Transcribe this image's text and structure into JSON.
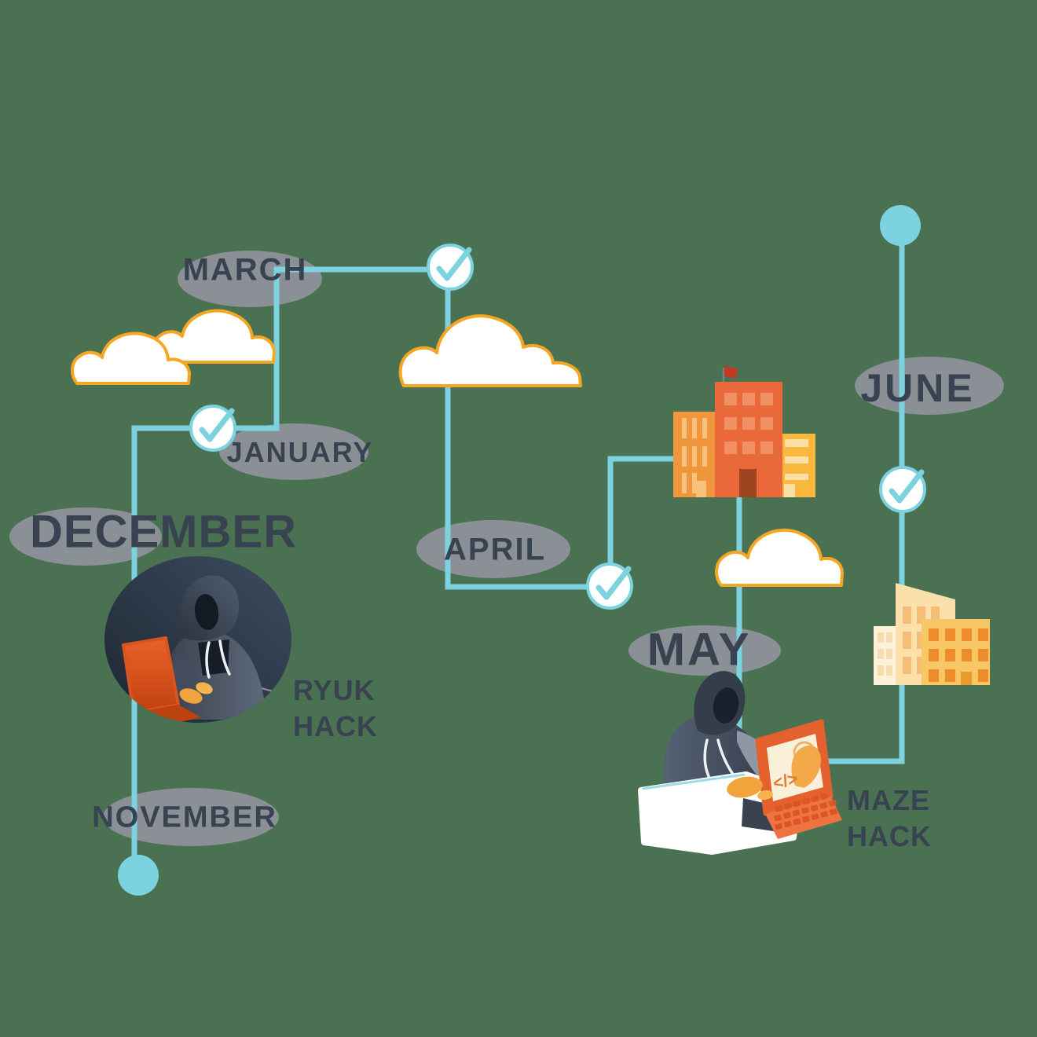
{
  "months": {
    "november": "NOVEMBER",
    "december": "DECEMBER",
    "january": "JANUARY",
    "march": "MARCH",
    "april": "APRIL",
    "may": "MAY",
    "june": "JUNE"
  },
  "events": {
    "ryuk": {
      "line1": "RYUK",
      "line2": "HACK"
    },
    "maze": {
      "line1": "MAZE",
      "line2": "HACK",
      "screen_code": "</>"
    }
  },
  "icons": {
    "checkmark": "check-circle-node",
    "endpoint": "timeline-endpoint-dot",
    "cloud": "cloud-icon",
    "orange_buildings": "office-buildings-icon",
    "cream_buildings": "office-buildings-icon",
    "ryuk_hacker": "hooded-hacker-laptop-icon",
    "maze_hacker": "hooded-hacker-laptop-icon",
    "flag": "flag-icon"
  },
  "colors": {
    "background": "#4a7252",
    "timeline_blue": "#7dd2e0",
    "node_white": "#ffffff",
    "ellipse_gray": "#8b9096",
    "label_dark": "#384250",
    "cloud_outline": "#f5a623",
    "building_main": "#e9693a",
    "building_main_window": "#f09064",
    "building_left": "#f0963c",
    "building_left_window": "#f8c27e",
    "building_right": "#fab73d",
    "building_right_window": "#fde0a6",
    "building_door": "#9e4520",
    "flag_red": "#bf3b27",
    "cream_main": "#fbe0ac",
    "cream_main_window": "#f6bd77",
    "cream_left": "#fdf1da",
    "cream_left_window": "#f7dcae",
    "cream_right": "#f8c665",
    "cream_right_window": "#ee8c2b",
    "laptop_orange": "#e4602c",
    "laptop_dark": "#bc430f",
    "laptop_screen": "#faf0da",
    "glove_yellow": "#f2a43c",
    "hacker_circle_dark": "#242e3b"
  }
}
